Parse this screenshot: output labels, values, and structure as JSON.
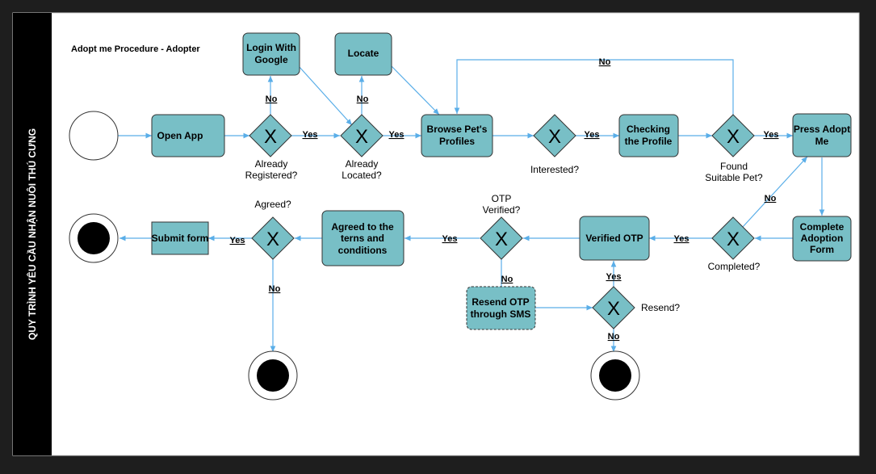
{
  "colors": {
    "box_fill": "#78bfc6",
    "box_stroke": "#333333",
    "arrow": "#5aaee8",
    "swimlane": "#000000",
    "panel": "#ffffff"
  },
  "swimlane": {
    "title": "QUY TRÌNH YÊU CẦU NHẬN NUÔI THÚ CƯNG"
  },
  "diagram": {
    "title": "Adopt me Procedure - Adopter"
  },
  "tasks": {
    "open_app": "Open App",
    "login_google": [
      "Login With",
      "Google"
    ],
    "locate": "Locate",
    "browse": [
      "Browse Pet's",
      "Profiles"
    ],
    "checking": [
      "Checking",
      "the Profile"
    ],
    "press_adopt": [
      "Press Adopt",
      "Me"
    ],
    "complete_form": [
      "Complete",
      "Adoption",
      "Form"
    ],
    "verified_otp": "Verified OTP",
    "resend_otp": [
      "Resend OTP",
      "through SMS"
    ],
    "agreed_terms": [
      "Agreed to the",
      "terns and",
      "conditions"
    ],
    "submit_form": "Submit form"
  },
  "gateways": {
    "registered": [
      "Already",
      "Registered?"
    ],
    "located": [
      "Already",
      "Located?"
    ],
    "interested": "Interested?",
    "found": [
      "Found",
      "Suitable Pet?"
    ],
    "completed": "Completed?",
    "otp_verified": [
      "OTP",
      "Verified?"
    ],
    "resend": "Resend?",
    "agreed": "Agreed?",
    "marker": "X"
  },
  "flows": {
    "yes": "Yes",
    "no": "No"
  }
}
